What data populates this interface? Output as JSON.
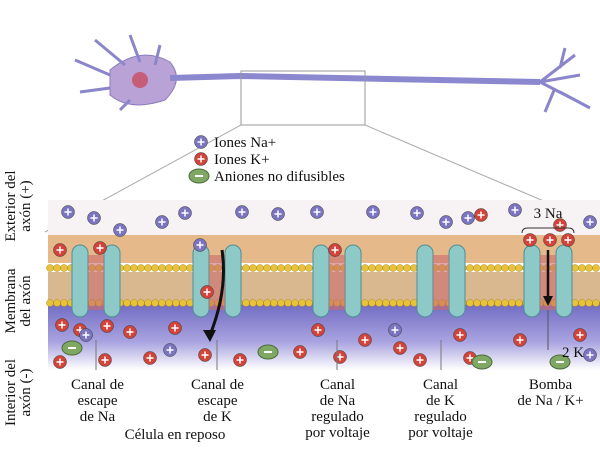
{
  "legend": {
    "na": "Iones Na+",
    "k": "Iones K+",
    "anion": "Aniones no difusibles"
  },
  "side_labels": {
    "exterior": [
      "Exterior del",
      "axón (+)"
    ],
    "membrane": [
      "Membrana",
      "del axón"
    ],
    "interior": [
      "Interior del",
      "axón (-)"
    ]
  },
  "channels": [
    {
      "lines": [
        "Canal de",
        "escape",
        "de Na"
      ]
    },
    {
      "lines": [
        "Canal de",
        "escape",
        "de K"
      ]
    },
    {
      "lines": [
        "Canal",
        "de Na",
        "regulado",
        "por voltaje"
      ]
    },
    {
      "lines": [
        "Canal",
        "de K",
        "regulado",
        "por voltaje"
      ]
    },
    {
      "lines": [
        "Bomba",
        "de Na / K+"
      ]
    }
  ],
  "caption": "Célula en reposo",
  "pump_labels": {
    "top": "3 Na",
    "bottom": "2 K"
  },
  "colors": {
    "na": "#7b74c0",
    "k": "#d2443a",
    "anion": "#7fa864",
    "membrane_heads": "#e8c23a",
    "membrane_tan": "#e6b98a",
    "interior": "#7d79c9"
  }
}
